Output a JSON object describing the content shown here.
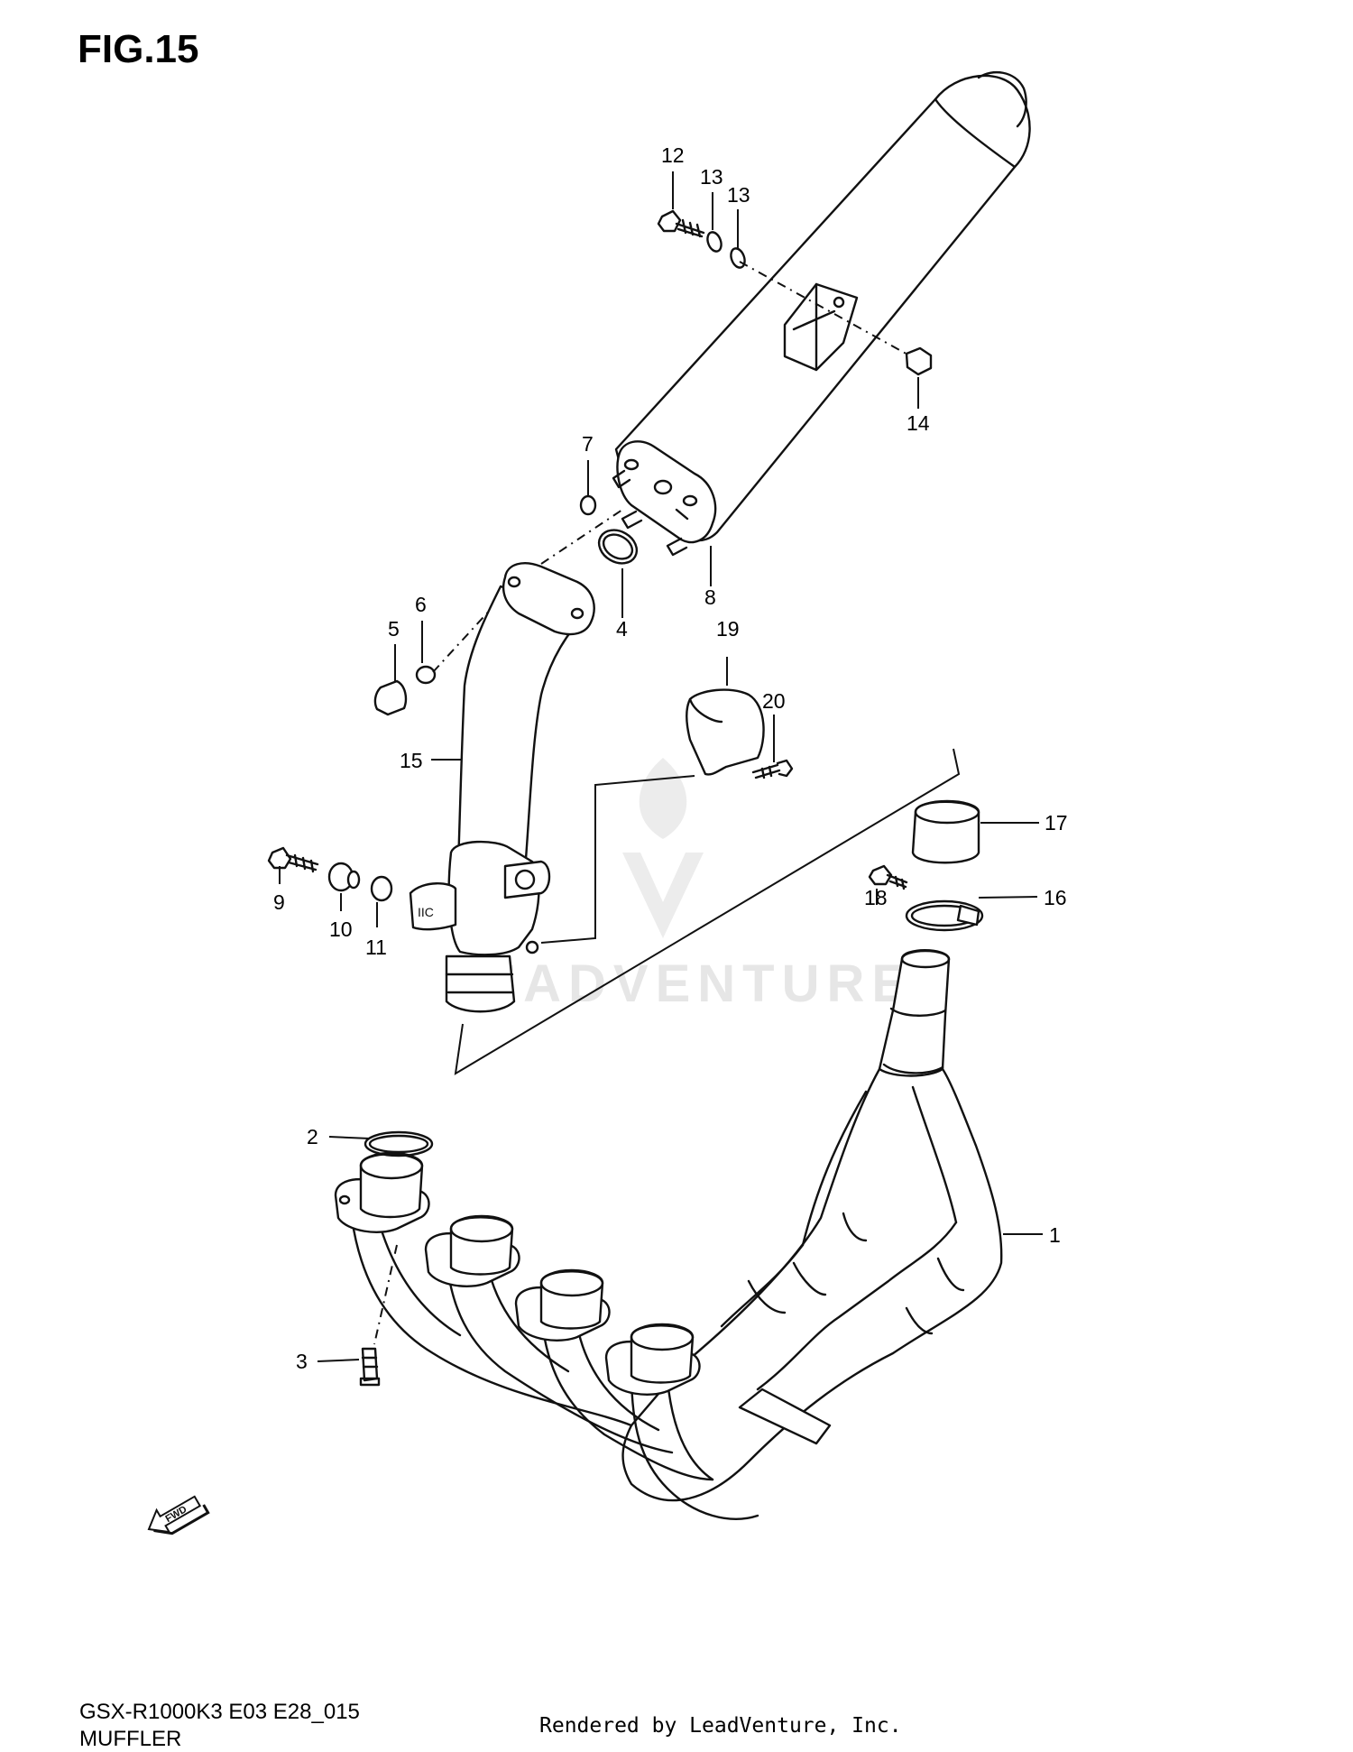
{
  "figure": {
    "title": "FIG.15",
    "model_code": "GSX-R1000K3 E03 E28_015",
    "section_name": "MUFFLER",
    "credit": "Rendered by LeadVenture, Inc."
  },
  "watermark": {
    "text": "LEADVENTURE"
  },
  "direction_badge": {
    "text": "FWD"
  },
  "callouts": [
    {
      "id": "c1",
      "label": "1"
    },
    {
      "id": "c2",
      "label": "2"
    },
    {
      "id": "c3",
      "label": "3"
    },
    {
      "id": "c4",
      "label": "4"
    },
    {
      "id": "c5",
      "label": "5"
    },
    {
      "id": "c6",
      "label": "6"
    },
    {
      "id": "c7",
      "label": "7"
    },
    {
      "id": "c8",
      "label": "8"
    },
    {
      "id": "c9",
      "label": "9"
    },
    {
      "id": "c10",
      "label": "10"
    },
    {
      "id": "c11",
      "label": "11"
    },
    {
      "id": "c12",
      "label": "12"
    },
    {
      "id": "c13a",
      "label": "13"
    },
    {
      "id": "c13b",
      "label": "13"
    },
    {
      "id": "c14",
      "label": "14"
    },
    {
      "id": "c15",
      "label": "15"
    },
    {
      "id": "c16",
      "label": "16"
    },
    {
      "id": "c17",
      "label": "17"
    },
    {
      "id": "c18",
      "label": "18"
    },
    {
      "id": "c19",
      "label": "19"
    },
    {
      "id": "c20",
      "label": "20"
    }
  ],
  "colors": {
    "line": "#111111",
    "background": "#ffffff",
    "watermark": "#e6e6e6"
  }
}
